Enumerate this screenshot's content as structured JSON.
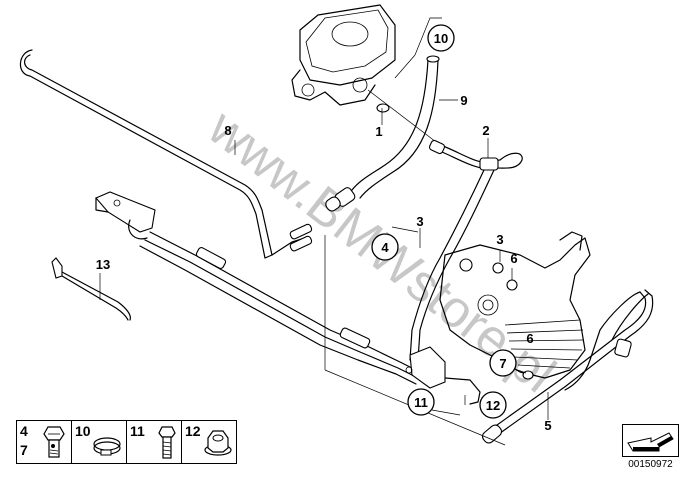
{
  "diagram": {
    "title": "Power steering hoses / oil pipes",
    "watermark": "www.BMWstore.pl",
    "diagram_id": "00150972",
    "callouts": [
      {
        "id": "1",
        "circled": false
      },
      {
        "id": "2",
        "circled": false
      },
      {
        "id": "3a",
        "text": "3",
        "circled": false
      },
      {
        "id": "3b",
        "text": "3",
        "circled": false
      },
      {
        "id": "4",
        "circled": true
      },
      {
        "id": "5",
        "circled": false
      },
      {
        "id": "6a",
        "text": "6",
        "circled": false
      },
      {
        "id": "6b",
        "text": "6",
        "circled": false
      },
      {
        "id": "7",
        "circled": true
      },
      {
        "id": "8",
        "circled": false
      },
      {
        "id": "9",
        "circled": false
      },
      {
        "id": "10",
        "circled": true
      },
      {
        "id": "11",
        "circled": true
      },
      {
        "id": "12",
        "circled": true
      },
      {
        "id": "13",
        "circled": false
      }
    ],
    "labels": {
      "c1": "1",
      "c2": "2",
      "c3a": "3",
      "c3b": "3",
      "c4": "4",
      "c5": "5",
      "c6a": "6",
      "c6b": "6",
      "c7": "7",
      "c8": "8",
      "c9": "9",
      "c10": "10",
      "c11": "11",
      "c12": "12",
      "c13": "13"
    }
  },
  "legend": [
    {
      "numbers": [
        "4",
        "7"
      ],
      "icon": "banjo-bolt-icon"
    },
    {
      "numbers": [
        "10"
      ],
      "icon": "hose-clamp-icon"
    },
    {
      "numbers": [
        "11"
      ],
      "icon": "hex-bolt-icon"
    },
    {
      "numbers": [
        "12"
      ],
      "icon": "flange-nut-icon"
    }
  ],
  "navigation": {
    "arrow_icon": "back-arrow-icon"
  }
}
